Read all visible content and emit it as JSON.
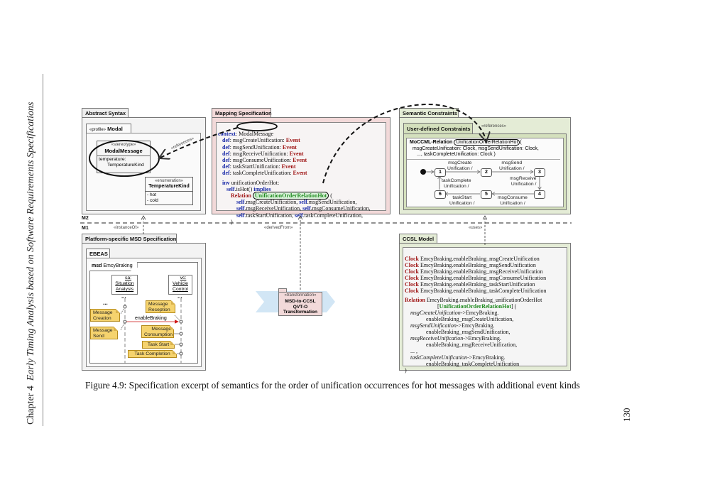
{
  "page": {
    "running_header_chapter": "Chapter 4",
    "running_header_title": "Early Timing Analysis based on Software Requirements Specifications",
    "page_number": "130"
  },
  "figure": {
    "caption": "Figure 4.9: Specification excerpt of semantics for the order of unification occurrences for hot messages with additional event kinds",
    "layers": {
      "m2": "M2",
      "m1": "M1"
    },
    "relations": {
      "references_left": "«references»",
      "references_right": "«references»",
      "instance_of": "«instanceOf»",
      "derived_from": "«derivedFrom»",
      "uses": "«uses»"
    },
    "abstract_syntax": {
      "title": "Abstract Syntax",
      "profile_tab": "«profile» Modal",
      "profile_stereo": "«profile»",
      "profile_name": "Modal",
      "stereotype": {
        "keyword": "«stereotype»",
        "name": "ModalMessage",
        "attr_name": "temperature:",
        "attr_type": "TemperatureKind"
      },
      "enumeration": {
        "keyword": "«enumeration»",
        "name": "TemperatureKind",
        "literals": [
          "- hot",
          "- cold"
        ]
      }
    },
    "mapping_spec": {
      "title": "Mapping Specification",
      "context_kw": "context",
      "context_name": "ModalMessage",
      "defs": [
        {
          "kw": "def",
          "name": ": msgCreateUnification: ",
          "type": "Event"
        },
        {
          "kw": "def",
          "name": ": msgSendUnification: ",
          "type": "Event"
        },
        {
          "kw": "def",
          "name": ": msgReceiveUnification: ",
          "type": "Event"
        },
        {
          "kw": "def",
          "name": ": msgConsumeUnification: ",
          "type": "Event"
        },
        {
          "kw": "def",
          "name": ": taskStartUnification: ",
          "type": "Event"
        },
        {
          "kw": "def",
          "name": ": taskCompleteUnification: ",
          "type": "Event"
        }
      ],
      "inv_kw": "inv",
      "inv_name": " unificationOrderHot:",
      "self_kw": "self",
      "is_hot": ".isHot() ",
      "implies_kw": "implies",
      "relation_kw": "Relation",
      "relation_name": "UnificationOrderRelationHot",
      "relation_open": " (",
      "args": [
        [
          {
            "self": "self",
            "arg": ".msgCreateUnification, "
          },
          {
            "self": "self",
            "arg": ".msgSendUnification,"
          }
        ],
        [
          {
            "self": "self",
            "arg": ".msgReceiveUnification, "
          },
          {
            "self": "self",
            "arg": ".msgConsumeUnification,"
          }
        ],
        [
          {
            "self": "self",
            "arg": ".taskStartUnification, "
          },
          {
            "self": "self",
            "arg": ".taskCompleteUnification,"
          }
        ]
      ],
      "relation_close": ")"
    },
    "semantic_constraints": {
      "title": "Semantic Constraints",
      "user_defined_tab": "User-defined Constraints",
      "mocc_kw": "MoCCML-Relation",
      "mocc_name": "UnificationOrderRelationHot",
      "mocc_open": "(",
      "mocc_params_1": "msgCreateUnification: Clock, msgSendUnification: Clock,",
      "mocc_params_2": "..., taskCompleteUnification: Clock )",
      "states": [
        "1",
        "2",
        "3",
        "4",
        "5",
        "6"
      ],
      "transitions": [
        {
          "from": "1",
          "to": "2",
          "label1": "msgCreate",
          "label2": "Unification /"
        },
        {
          "from": "2",
          "to": "3",
          "label1": "msgSend",
          "label2": "Unification /"
        },
        {
          "from": "3",
          "to": "4",
          "label1": "msgReceive",
          "label2": "Unification /"
        },
        {
          "from": "4",
          "to": "5",
          "label1": "msgConsume",
          "label2": "Unification /"
        },
        {
          "from": "5",
          "to": "6",
          "label1": "taskStart",
          "label2": "Unification /"
        },
        {
          "from": "6",
          "to": "1",
          "label1": "taskComplete",
          "label2": "Unification /"
        }
      ]
    },
    "msd_spec": {
      "title": "Platform-specific MSD Specification",
      "ebeas_tab": "EBEAS",
      "msd_kw": "msd",
      "msd_name": " EmcyBraking",
      "lifeline_sa": {
        "role": "sa:",
        "name1": "Situation",
        "name2": "Analysis"
      },
      "lifeline_vc": {
        "role": "vc:",
        "name1": "Vehicle",
        "name2": "Control"
      },
      "ellipsis": "...",
      "message": "enableBraking",
      "notes": {
        "msg_creation": [
          "Message",
          "Creation"
        ],
        "msg_send": [
          "Message",
          "Send"
        ],
        "msg_reception": [
          "Message",
          "Reception"
        ],
        "msg_consumption": [
          "Message",
          "Consumption"
        ],
        "task_start": "Task Start",
        "task_completion": "Task Completion"
      }
    },
    "transformation": {
      "keyword": "«transformation»",
      "line1": "MSD-to-CCSL",
      "line2": "QVT-O",
      "line3": "Transformation"
    },
    "ccsl_model": {
      "title": "CCSL Model",
      "clocks": [
        {
          "kw": "Clock",
          "name": " EmcyBraking.enableBraking_msgCreateUnification"
        },
        {
          "kw": "Clock",
          "name": " EmcyBraking.enableBraking_msgSendUnification"
        },
        {
          "kw": "Clock",
          "name": " EmcyBraking.enableBraking_msgReceiveUnification"
        },
        {
          "kw": "Clock",
          "name": " EmcyBraking.enableBraking_msgConsumeUnification"
        },
        {
          "kw": "Clock",
          "name": " EmcyBraking.enableBraking_taskStartUnification"
        },
        {
          "kw": "Clock",
          "name": " EmcyBraking.enableBraking_taskCompleteUnification"
        }
      ],
      "relation_kw": "Relation",
      "relation_name": " EmcyBraking.enableBraking_unificationOrderHot",
      "relation_type_open": "[",
      "relation_type": "UnificationOrderRelationHot",
      "relation_type_close": "] (",
      "bindings": [
        {
          "param": "msgCreateUnification",
          "arrow": "->EmcyBraking.",
          "target": "enableBraking_msgCreateUnification,"
        },
        {
          "param": "msgSendUnification",
          "arrow": "->EmcyBraking.",
          "target": "enableBraking_msgSendUnification,"
        },
        {
          "param": "msgReceiveUnification",
          "arrow": "->EmcyBraking.",
          "target": "enableBraking_msgReceiveUnification,"
        }
      ],
      "ellipsis": "... ,",
      "last_binding": {
        "param": "taskCompleteUnification",
        "arrow": "->EmcyBraking.",
        "target": "enableBraking_taskCompleteUnification"
      },
      "close": ")"
    },
    "colors": {
      "keyword_blue": "#1a2aa8",
      "keyword_red": "#a01818",
      "keyword_green": "#1e8a1e",
      "note_yellow": "#f5d36e",
      "message_red": "#cc1111",
      "pink_package": "#f2d9d9",
      "green_package": "#e4ecd6"
    }
  }
}
